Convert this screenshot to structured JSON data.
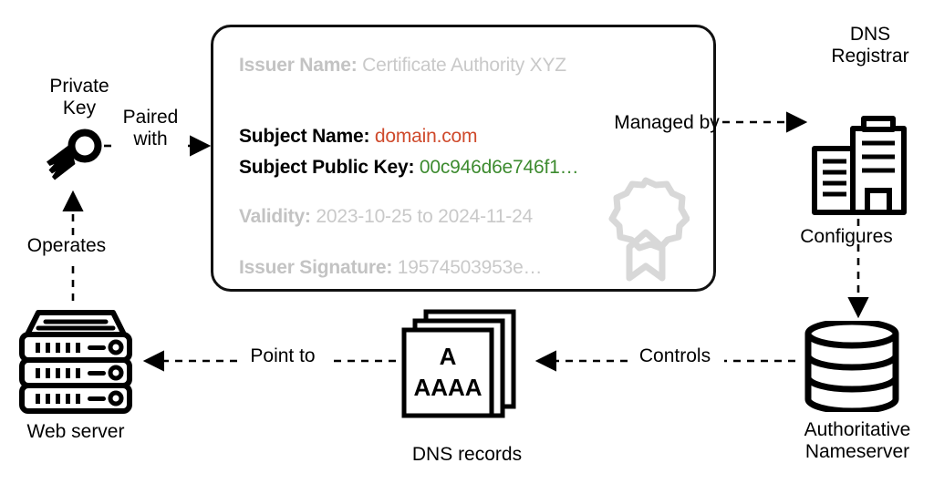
{
  "diagram": {
    "title": "TLS certificate and DNS relationship diagram",
    "colors": {
      "ink": "#000000",
      "muted": "#c9c9c9",
      "domain_red": "#cf4a2c",
      "publickey_green": "#3d8b2f",
      "seal_gray": "#d6d6d6"
    }
  },
  "certificate": {
    "fields": [
      {
        "key": "Issuer Name:",
        "value": "Certificate Authority XYZ",
        "emphasis": "muted"
      },
      {
        "key": "Subject Name:",
        "value": "domain.com",
        "emphasis": "strong-red"
      },
      {
        "key": "Subject Public Key:",
        "value": "00c946d6e746f1…",
        "emphasis": "strong-green"
      },
      {
        "key": "Validity:",
        "value": "2023-10-25 to 2024-11-24",
        "emphasis": "muted"
      },
      {
        "key": "Issuer Signature:",
        "value": "19574503953e…",
        "emphasis": "muted"
      }
    ],
    "seal_icon": "award-seal-icon"
  },
  "nodes": {
    "private_key": {
      "label": "Private\nKey",
      "icon": "key-icon"
    },
    "web_server": {
      "label": "Web server",
      "icon": "server-rack-icon"
    },
    "dns_records": {
      "label": "DNS records",
      "icon": "document-stack-icon",
      "record_types": [
        "A",
        "AAAA"
      ]
    },
    "dns_registrar": {
      "label": "DNS\nRegistrar",
      "icon": "office-building-icon"
    },
    "authoritative_nameserver": {
      "label": "Authoritative\nNameserver",
      "icon": "database-cylinder-icon"
    }
  },
  "edges": [
    {
      "label": "Paired\nwith",
      "from": "private_key",
      "to": "certificate"
    },
    {
      "label": "Operates",
      "from": "web_server",
      "to": "private_key"
    },
    {
      "label": "Managed by",
      "from": "certificate",
      "to": "dns_registrar"
    },
    {
      "label": "Configures",
      "from": "dns_registrar",
      "to": "authoritative_nameserver"
    },
    {
      "label": "Controls",
      "from": "authoritative_nameserver",
      "to": "dns_records"
    },
    {
      "label": "Point to",
      "from": "dns_records",
      "to": "web_server"
    }
  ]
}
